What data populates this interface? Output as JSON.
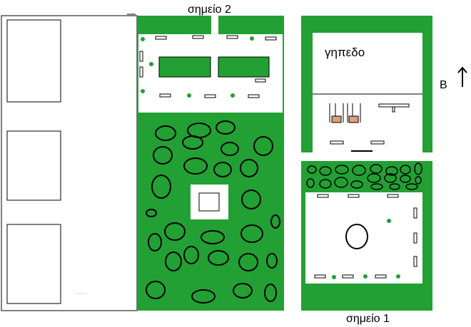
{
  "labels": {
    "point_2": "σημείο 2",
    "point_1": "σημείο 1",
    "court": "γηπεδο",
    "north": "Β"
  },
  "icons": {
    "north_arrow": "north-arrow-icon",
    "tree": "tree-icon",
    "bench": "bench-icon",
    "bush": "bush-icon",
    "fountain": "fountain-icon",
    "swing": "swing-icon"
  },
  "colors": {
    "vegetation": "#22a033",
    "outline": "#000000",
    "equipment": "#d9a07a",
    "background": "#ffffff"
  }
}
